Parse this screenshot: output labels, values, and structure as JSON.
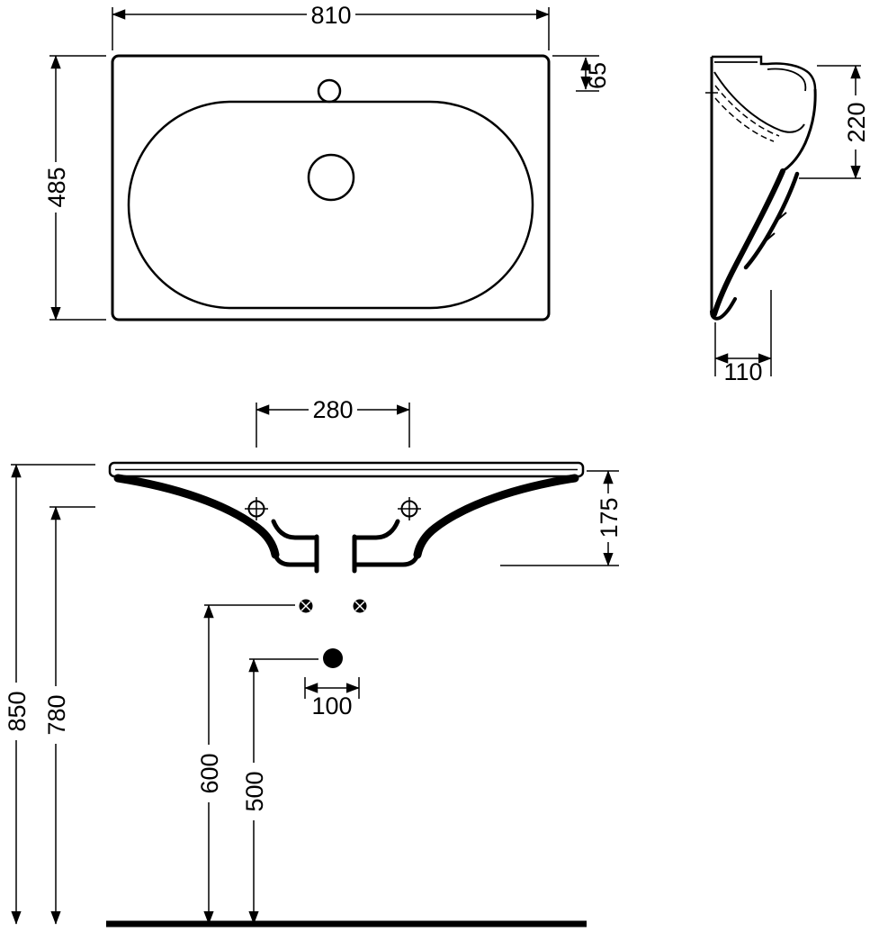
{
  "colors": {
    "background": "#ffffff",
    "line": "#000000"
  },
  "views": {
    "plan": {
      "dims": {
        "width": "810",
        "depth": "485",
        "tap_offset": "65"
      }
    },
    "side": {
      "dims": {
        "height": "220",
        "base_depth": "110"
      }
    },
    "front": {
      "dims": {
        "hole_spacing": "280",
        "apron_height": "175",
        "overall_height": "850",
        "fixing_height": "780",
        "supply_height": "600",
        "waste_height": "500",
        "supply_spacing": "100"
      }
    }
  }
}
